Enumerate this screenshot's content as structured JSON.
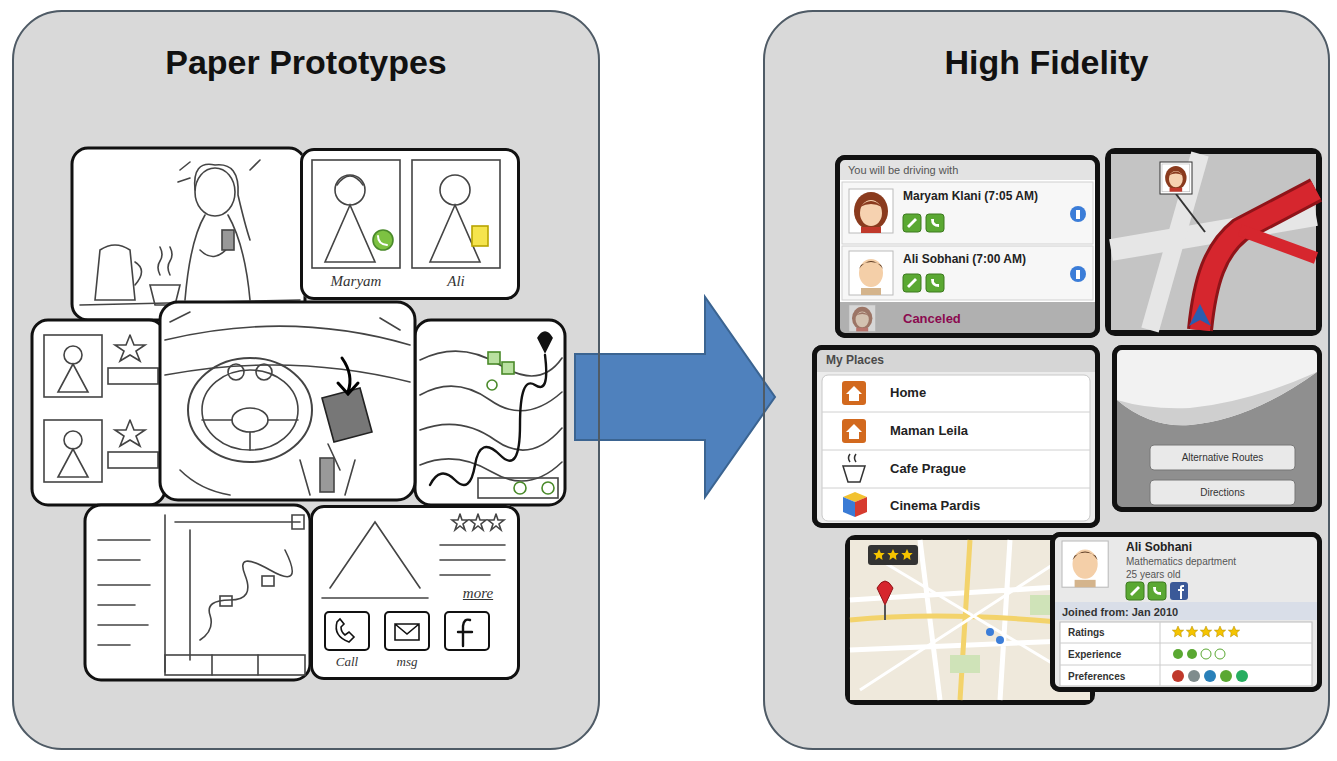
{
  "diagram": {
    "nodes": [
      {
        "text": [
          "Paper Prototypes"
        ]
      },
      {
        "text": [
          "Maryam",
          "Ali"
        ],
        "in": 0
      },
      {
        "text": [
          "more",
          "Call",
          "msg"
        ],
        "in": 0
      },
      {
        "text": [
          "High Fidelity"
        ]
      },
      {
        "text": [
          "You will be driving with",
          "Maryam Klani (7:05 AM)",
          "Ali Sobhani (7:00 AM)",
          "Canceled"
        ],
        "in": 3
      },
      {
        "text": [
          "My Places",
          "Home",
          "Maman Leila",
          "Cafe Prague",
          "Cinema Pardis"
        ],
        "in": 3
      },
      {
        "text": [
          "Alternative Routes",
          "Directions"
        ],
        "in": 3
      },
      {
        "text": [
          "Ali Sobhani",
          "Mathematics department",
          "25 years old",
          "Joined from: Jan 2010",
          "Ratings",
          "Experience",
          "Preferences"
        ],
        "in": 3
      }
    ],
    "edges": [
      {
        "from": 0,
        "to": 3,
        "arrow": "to"
      }
    ]
  }
}
